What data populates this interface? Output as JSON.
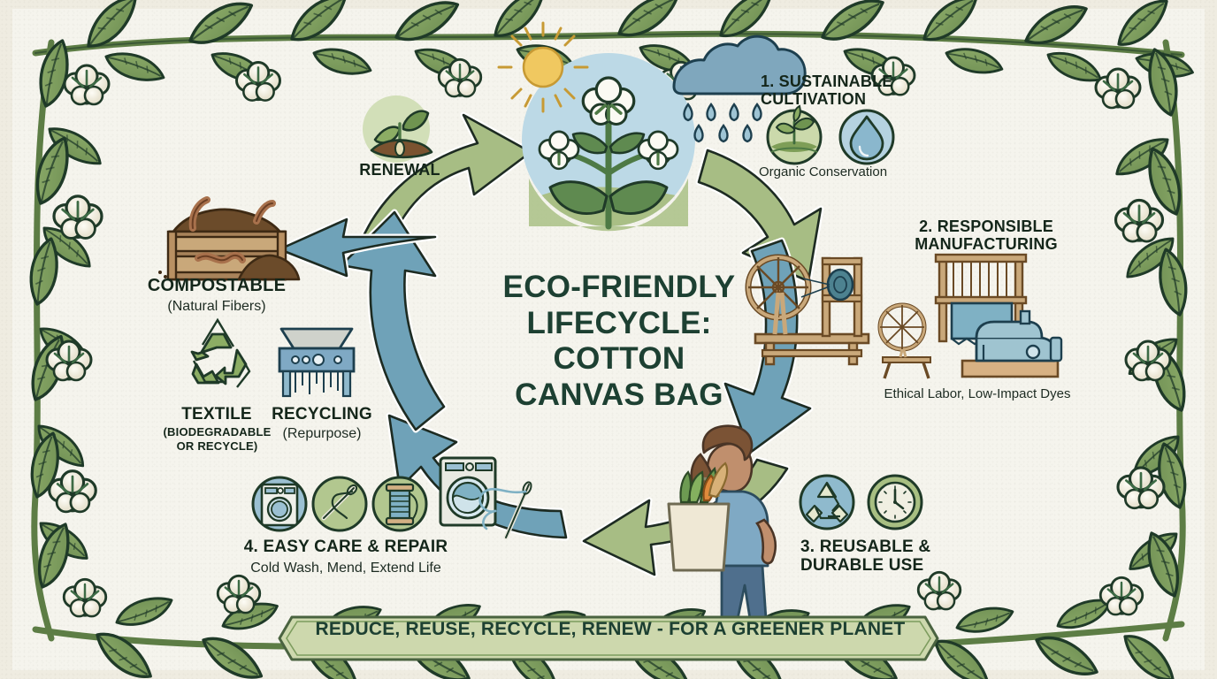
{
  "poster": {
    "title": "ECO-FRIENDLY LIFECYCLE: COTTON CANVAS BAG",
    "title_lines": [
      "ECO-FRIENDLY",
      "LIFECYCLE:",
      "COTTON",
      "CANVAS BAG"
    ],
    "banner": "REDUCE, REUSE, RECYCLE, RENEW - FOR A GREENER PLANET",
    "colors": {
      "background": "#f5f4ed",
      "outer_background": "#efece1",
      "dark_green_text": "#14261a",
      "title_green": "#1d4032",
      "arrow_green": "#a7bd84",
      "arrow_blue": "#6fa2b8",
      "vine_green": "#7d9c5e",
      "vine_outline": "#1f3a28",
      "cotton_white": "#f6f4ea",
      "banner_fill": "#cdd8ad",
      "wood_tan": "#c9a87a",
      "soil_brown": "#6b4b2a",
      "sun_yellow": "#f0c860",
      "sky_blue": "#bcd9e6"
    }
  },
  "stages": {
    "renewal": {
      "label": "RENEWAL",
      "icon": "sprout-icon"
    },
    "cultivation": {
      "label": "1. SUSTAINABLE CULTIVATION",
      "label_lines": [
        "1. SUSTAINABLE",
        "CULTIVATION"
      ],
      "caption": "Organic Conservation",
      "icons": [
        "organic-field-sprout-icon",
        "water-drop-icon"
      ]
    },
    "manufacturing": {
      "label": "2. RESPONSIBLE MANUFACTURING",
      "label_lines": [
        "2. RESPONSIBLE",
        "MANUFACTURING"
      ],
      "caption": "Ethical Labor, Low-Impact Dyes",
      "icons": [
        "spinning-wheel-icon",
        "loom-icon",
        "sewing-machine-icon"
      ]
    },
    "reusable": {
      "label": "3. REUSABLE & DURABLE USE",
      "label_lines": [
        "3. REUSABLE &",
        "DURABLE USE"
      ],
      "icons": [
        "recycle-circle-icon",
        "clock-icon",
        "tote-bag-person-icon"
      ]
    },
    "care": {
      "label": "4. EASY CARE & REPAIR",
      "caption": "Cold Wash, Mend, Extend Life",
      "icons": [
        "washing-machine-circle-icon",
        "needle-thread-circle-icon",
        "thread-spool-circle-icon"
      ]
    },
    "endoflife": {
      "compostable_label": "COMPOSTABLE",
      "compostable_caption": "(Natural Fibers)",
      "textile_label": "TEXTILE",
      "textile_caption": "(BIODEGRADABLE OR RECYCLE)",
      "textile_caption_lines": [
        "(BIODEGRADABLE",
        "OR RECYCLE)"
      ],
      "recycling_label": "RECYCLING",
      "recycling_caption": "(Repurpose)",
      "icons": [
        "compost-crate-icon",
        "recycle-symbol-icon",
        "shredder-icon"
      ]
    }
  },
  "center_illustration": {
    "icons": [
      "cotton-plant-icon",
      "sun-icon",
      "rain-cloud-icon"
    ]
  },
  "border": {
    "icons": [
      "cotton-vine-border-icon"
    ]
  }
}
